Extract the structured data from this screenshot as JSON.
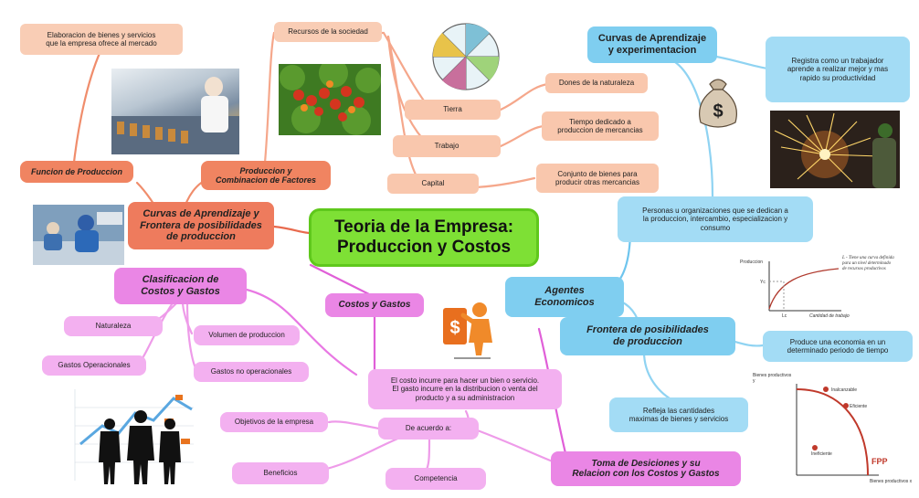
{
  "central": "Teoria de la Empresa:\nProduccion y Costos",
  "salmon": {
    "elaboracion": "Elaboracion de bienes y servicios\nque la empresa ofrece al mercado",
    "funcion_produccion": "Funcion de Produccion",
    "recursos": "Recursos de la sociedad",
    "produccion_combinacion": "Produccion y\nCombinacion de Factores",
    "curvas_frontera": "Curvas de Aprendizaje y\nFrontera de posibilidades\nde produccion",
    "tierra": "Tierra",
    "trabajo": "Trabajo",
    "capital": "Capital",
    "dones": "Dones de la naturaleza",
    "tiempo": "Tiempo dedicado a\nproduccion de mercancias",
    "conjunto": "Conjunto de bienes para\nproducir otras mercancias"
  },
  "blue": {
    "curvas_aprendizaje": "Curvas de Aprendizaje\ny experimentacion",
    "registra": "Registra como un trabajador\naprende a realizar mejor y mas\nrapido su productividad",
    "personas": "Personas u organizaciones que se dedican a\nla produccion, intercambio, especializacion y\nconsumo",
    "agentes": "Agentes\nEconomicos",
    "frontera": "Frontera de posibilidades\nde produccion",
    "produce": "Produce una economia en un\ndeterminado periodo de tiempo",
    "refleja": "Refleja las cantidades\nmaximas de bienes y servicios"
  },
  "pink": {
    "clasificacion": "Clasificacion de\nCostos y Gastos",
    "naturaleza": "Naturaleza",
    "volumen": "Volumen de produccion",
    "gastos_operacionales": "Gastos Operacionales",
    "gastos_no": "Gastos no operacionales",
    "costos_gastos": "Costos y Gastos",
    "costo_incurre": "El costo incurre para hacer un bien o servicio.\nEl gasto incurre en la distribucion o venta del\nproducto y a su administracion",
    "de_acuerdo": "De acuerdo a:",
    "objetivos": "Objetivos de la empresa",
    "beneficios": "Beneficios",
    "competencia": "Competencia",
    "toma": "Toma de Desiciones y su\nRelacion con los Costos y Gastos"
  },
  "charts": {
    "learning": {
      "ylabel": "Produccion",
      "xlabel": "Cantidad de trabajo",
      "legend": "L - Tiene una curva definida para un nivel determinado de recursos productivos",
      "y_tick": "Yc",
      "x_tick": "Lc"
    },
    "fpp": {
      "ylabel": "Bienes productivos y",
      "xlabel": "Bienes productivos x",
      "label": "FPP",
      "points": [
        "Inalcanzable",
        "Eficiente",
        "Ineficiente"
      ]
    }
  },
  "colors": {
    "central": "#7ee035",
    "salmon": "#ee7b5d",
    "blue": "#7fcef0",
    "pink": "#ea86e5"
  }
}
